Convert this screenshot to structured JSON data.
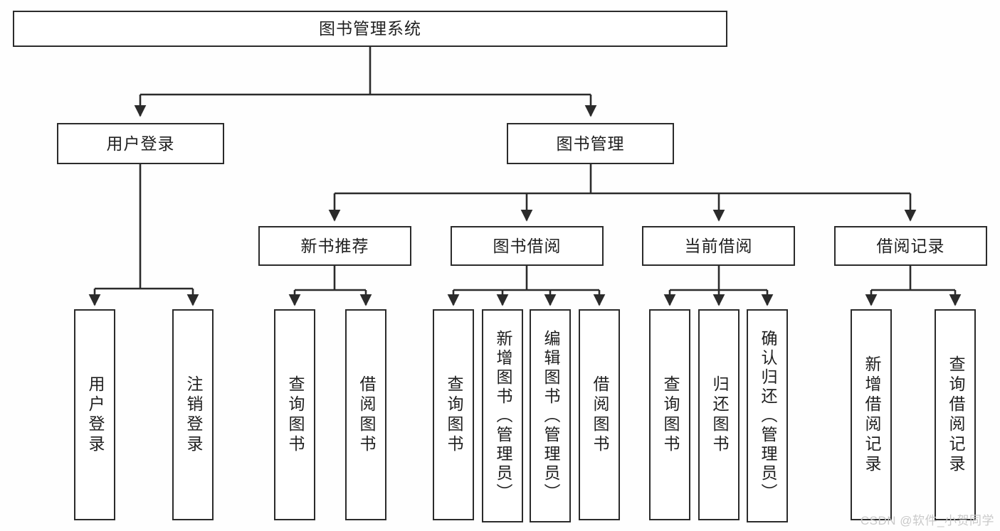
{
  "diagram": {
    "type": "tree-hierarchy-diagram",
    "title": "图书管理系统",
    "orientation": "top-down",
    "watermark": "CSDN @软件_小贺同学",
    "colors": {
      "stroke": "#2b2b2b",
      "fill": "#ffffff",
      "text": "#1f1f1f",
      "watermark": "#c9c9c9",
      "background": "#fefefe"
    },
    "nodes": {
      "root": {
        "label": "图书管理系统"
      },
      "level2": [
        {
          "label": "用户登录"
        },
        {
          "label": "图书管理"
        }
      ],
      "level3": [
        {
          "label": "新书推荐"
        },
        {
          "label": "图书借阅"
        },
        {
          "label": "当前借阅"
        },
        {
          "label": "借阅记录"
        }
      ],
      "leaves": {
        "user_login": [
          {
            "label": "用户登录"
          },
          {
            "label": "注销登录"
          }
        ],
        "new_book_recommend": [
          {
            "label": "查询图书"
          },
          {
            "label": "借阅图书"
          }
        ],
        "book_borrow": [
          {
            "label": "查询图书"
          },
          {
            "label": "新增图书（管理员）"
          },
          {
            "label": "编辑图书（管理员）"
          },
          {
            "label": "借阅图书"
          }
        ],
        "current_borrow": [
          {
            "label": "查询图书"
          },
          {
            "label": "归还图书"
          },
          {
            "label": "确认归还（管理员）"
          }
        ],
        "borrow_record": [
          {
            "label": "新增借阅记录"
          },
          {
            "label": "查询借阅记录"
          }
        ]
      }
    }
  }
}
